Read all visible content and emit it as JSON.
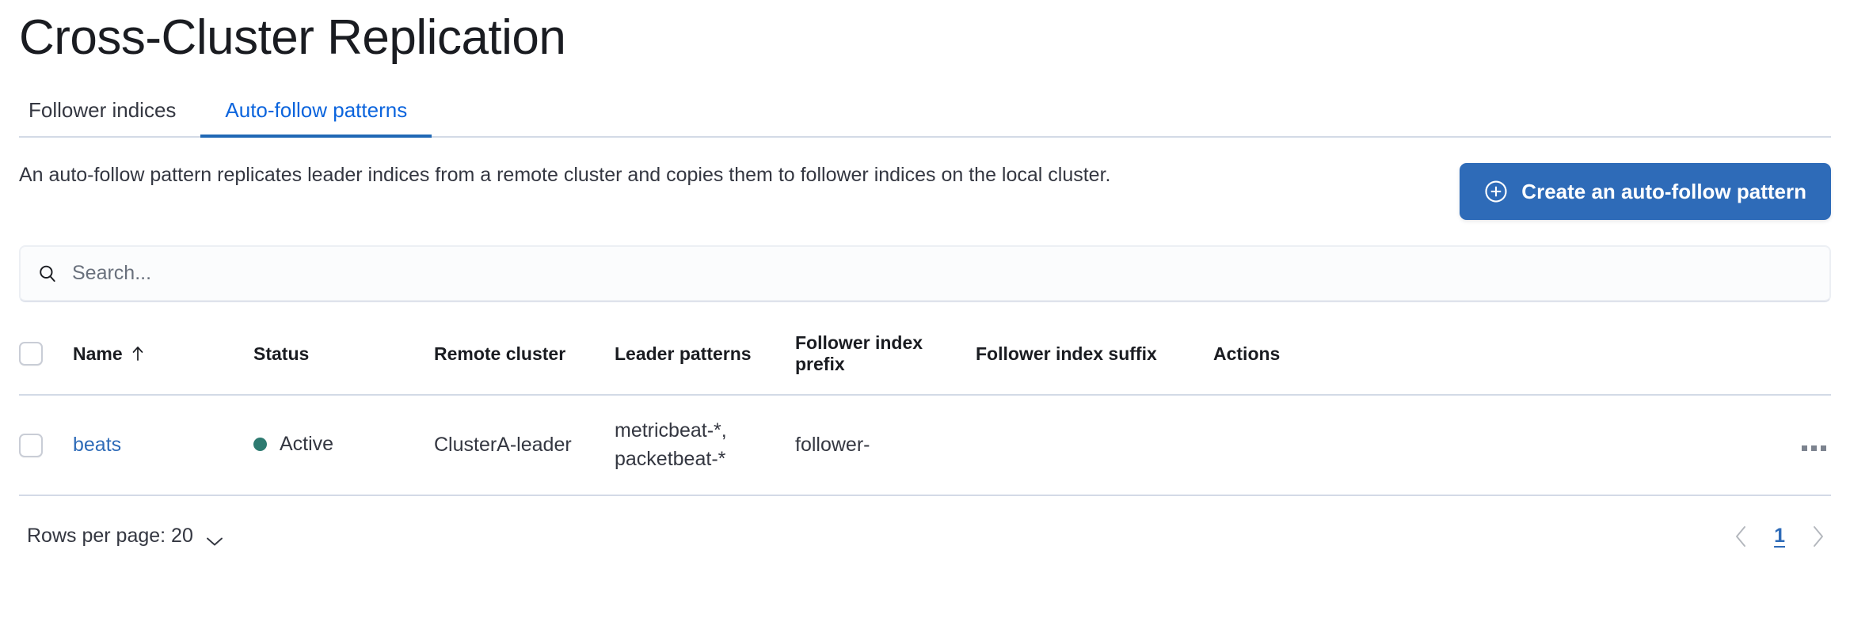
{
  "page": {
    "title": "Cross-Cluster Replication"
  },
  "tabs": [
    {
      "label": "Follower indices",
      "active": false,
      "name": "tab-follower-indices"
    },
    {
      "label": "Auto-follow patterns",
      "active": true,
      "name": "tab-auto-follow-patterns"
    }
  ],
  "description": "An auto-follow pattern replicates leader indices from a remote cluster and copies them to follower indices on the local cluster.",
  "create_button": {
    "label": "Create an auto-follow pattern",
    "icon": "plus-in-circle-icon",
    "color": "#2e6bb8"
  },
  "search": {
    "value": "",
    "placeholder": "Search...",
    "icon": "search-icon"
  },
  "table": {
    "columns": [
      {
        "key": "name",
        "label": "Name",
        "sorted": true,
        "sort_direction": "asc"
      },
      {
        "key": "status",
        "label": "Status"
      },
      {
        "key": "remote_cluster",
        "label": "Remote cluster"
      },
      {
        "key": "leader_patterns",
        "label": "Leader patterns"
      },
      {
        "key": "follower_index_prefix",
        "label": "Follower index prefix"
      },
      {
        "key": "follower_index_suffix",
        "label": "Follower index suffix"
      },
      {
        "key": "actions",
        "label": "Actions"
      }
    ],
    "rows": [
      {
        "selected": false,
        "name": "beats",
        "status": "Active",
        "status_color": "#2d7a70",
        "remote_cluster": "ClusterA-leader",
        "leader_patterns_line1": "metricbeat-*,",
        "leader_patterns_line2": "packetbeat-*",
        "follower_index_prefix": "follower-",
        "follower_index_suffix": "",
        "actions_icon": "more-horizontal-icon"
      }
    ]
  },
  "footer": {
    "rows_per_page_label": "Rows per page: 20",
    "rows_per_page_icon": "chevron-down-icon",
    "prev_icon": "chevron-left-icon",
    "next_icon": "chevron-right-icon",
    "current_page": "1"
  }
}
